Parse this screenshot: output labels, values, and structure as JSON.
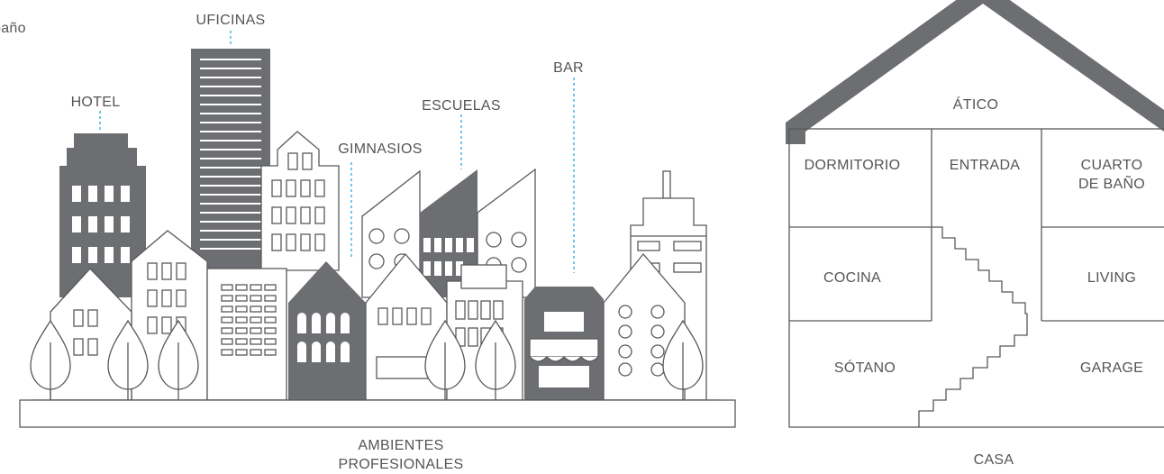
{
  "colors": {
    "dark": "#6d6e71",
    "line": "#58595b",
    "leader": "#29abe2",
    "text": "#555559"
  },
  "city": {
    "cut_label": "baño",
    "labels": {
      "offices": "UFICINAS",
      "hotel": "HOTEL",
      "schools": "ESCUELAS",
      "bar": "BAR",
      "gyms": "GIMNASIOS"
    },
    "caption_line1": "AMBIENTES",
    "caption_line2": "PROFESIONALES"
  },
  "house": {
    "attic": "ÁTICO",
    "bedroom": "DORMITORIO",
    "entrance": "ENTRADA",
    "bathroom_line1": "CUARTO",
    "bathroom_line2": "DE BAÑO",
    "kitchen": "COCINA",
    "living": "LIVING",
    "basement": "SÓTANO",
    "garage": "GARAGE",
    "caption": "CASA"
  }
}
